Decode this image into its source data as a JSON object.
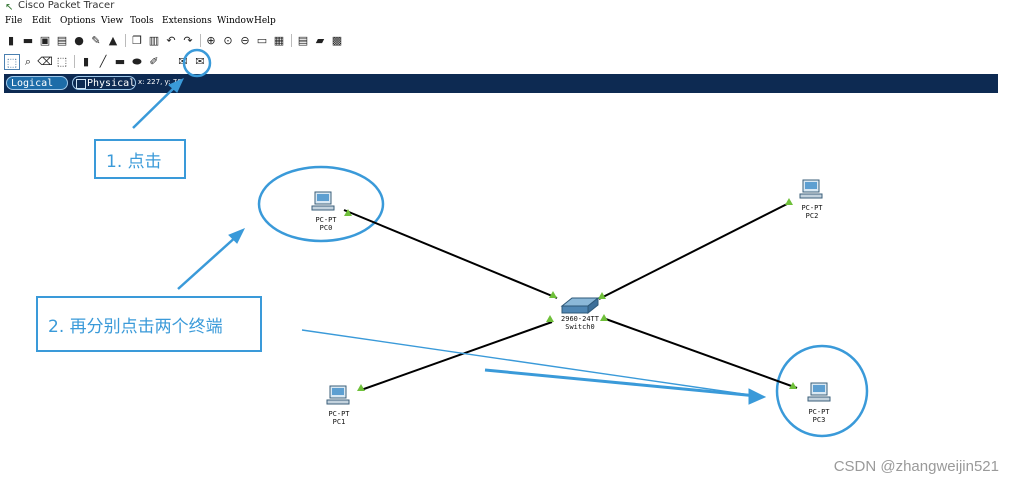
{
  "window": {
    "title": "Cisco Packet Tracer",
    "icon": "packet-tracer-icon"
  },
  "menu": [
    "File",
    "Edit",
    "Options",
    "View",
    "Tools",
    "Extensions",
    "Window",
    "Help"
  ],
  "main_toolbar_icons": [
    "new-file-icon",
    "open-folder-icon",
    "save-icon",
    "print-icon",
    "info-icon",
    "activity-wizard-icon",
    "activity-icon",
    "copy-icon",
    "paste-icon",
    "undo-icon",
    "redo-icon",
    "zoom-in-icon",
    "zoom-reset-icon",
    "zoom-out-icon",
    "drawing-palette-icon",
    "custom-device-icon",
    "text-note-icon",
    "cluster-icon",
    "viewport-icon"
  ],
  "common_toolbar_icons": [
    "select-icon",
    "inspect-icon",
    "delete-icon",
    "resize-icon",
    "note-icon",
    "draw-line-icon",
    "draw-rectangle-icon",
    "draw-ellipse-icon",
    "freeform-icon",
    "add-simple-pdu-icon",
    "add-complex-pdu-icon"
  ],
  "tabs": {
    "logical": "Logical",
    "physical": "Physical",
    "coords": "x: 227, y: 70"
  },
  "devices": {
    "pc0": {
      "model": "PC-PT",
      "name": "PC0"
    },
    "pc1": {
      "model": "PC-PT",
      "name": "PC1"
    },
    "pc2": {
      "model": "PC-PT",
      "name": "PC2"
    },
    "pc3": {
      "model": "PC-PT",
      "name": "PC3"
    },
    "switch0": {
      "model": "2960-24TT",
      "name": "Switch0"
    }
  },
  "annotations": {
    "step1": "1. 点击",
    "step2": "2. 再分别点击两个终端"
  },
  "watermark": "CSDN @zhangweijin521",
  "colors": {
    "tabbar": "#0d2a52",
    "annotation": "#3a9ad9",
    "link_up": "#6fc03a"
  }
}
